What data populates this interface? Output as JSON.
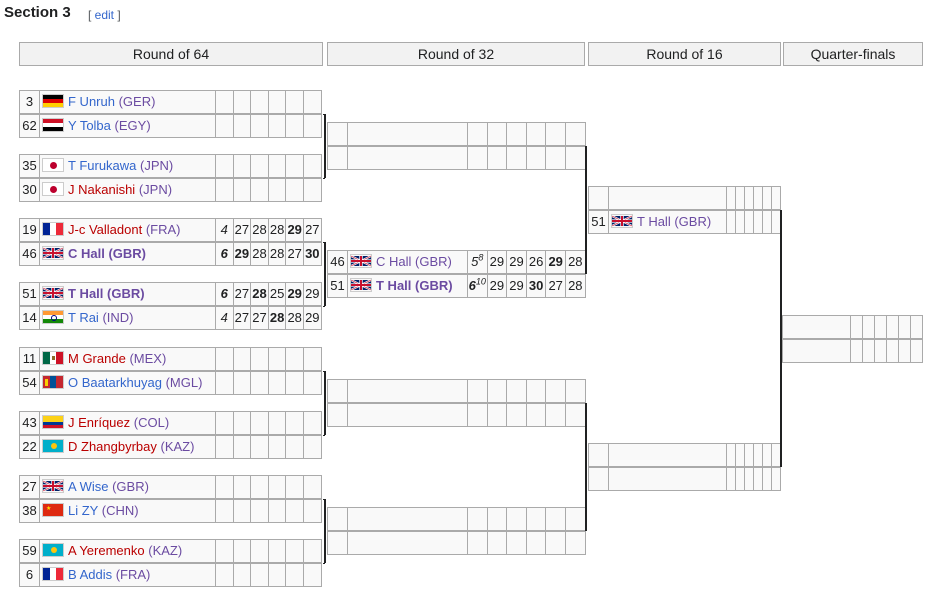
{
  "section": {
    "title": "Section 3",
    "edit_label": "edit"
  },
  "rounds": [
    "Round of 64",
    "Round of 32",
    "Round of 16",
    "Quarter-finals"
  ],
  "r64": [
    {
      "seed": "3",
      "flag": "GER",
      "name": "F Unruh",
      "nat": "(GER)",
      "color": "blue",
      "bold": false,
      "scores": [
        "",
        "",
        "",
        "",
        "",
        ""
      ]
    },
    {
      "seed": "62",
      "flag": "EGY",
      "name": "Y Tolba",
      "nat": "(EGY)",
      "color": "blue",
      "bold": false,
      "scores": [
        "",
        "",
        "",
        "",
        "",
        ""
      ]
    },
    {
      "seed": "35",
      "flag": "JPN",
      "name": "T Furukawa",
      "nat": "(JPN)",
      "color": "blue",
      "bold": false,
      "scores": [
        "",
        "",
        "",
        "",
        "",
        ""
      ]
    },
    {
      "seed": "30",
      "flag": "JPN",
      "name": "J Nakanishi",
      "nat": "(JPN)",
      "color": "red",
      "bold": false,
      "scores": [
        "",
        "",
        "",
        "",
        "",
        ""
      ]
    },
    {
      "seed": "19",
      "flag": "FRA",
      "name": "J-c Valladont",
      "nat": "(FRA)",
      "color": "red",
      "bold": false,
      "scores": [
        "4",
        "27",
        "28",
        "28",
        "29",
        "27"
      ]
    },
    {
      "seed": "46",
      "flag": "GBR",
      "name": "C Hall",
      "nat": "(GBR)",
      "color": "vis",
      "bold": true,
      "scores": [
        "6",
        "29",
        "28",
        "28",
        "27",
        "30"
      ]
    },
    {
      "seed": "51",
      "flag": "GBR",
      "name": "T Hall",
      "nat": "(GBR)",
      "color": "vis",
      "bold": true,
      "scores": [
        "6",
        "27",
        "28",
        "25",
        "29",
        "29"
      ]
    },
    {
      "seed": "14",
      "flag": "IND",
      "name": "T Rai",
      "nat": "(IND)",
      "color": "blue",
      "bold": false,
      "scores": [
        "4",
        "27",
        "27",
        "28",
        "28",
        "29"
      ]
    },
    {
      "seed": "11",
      "flag": "MEX",
      "name": "M Grande",
      "nat": "(MEX)",
      "color": "red",
      "bold": false,
      "scores": [
        "",
        "",
        "",
        "",
        "",
        ""
      ]
    },
    {
      "seed": "54",
      "flag": "MGL",
      "name": "O Baatarkhuyag",
      "nat": "(MGL)",
      "color": "blue",
      "bold": false,
      "scores": [
        "",
        "",
        "",
        "",
        "",
        ""
      ]
    },
    {
      "seed": "43",
      "flag": "COL",
      "name": "J Enríquez",
      "nat": "(COL)",
      "color": "red",
      "bold": false,
      "scores": [
        "",
        "",
        "",
        "",
        "",
        ""
      ]
    },
    {
      "seed": "22",
      "flag": "KAZ",
      "name": "D Zhangbyrbay",
      "nat": "(KAZ)",
      "color": "red",
      "bold": false,
      "scores": [
        "",
        "",
        "",
        "",
        "",
        ""
      ]
    },
    {
      "seed": "27",
      "flag": "GBR",
      "name": "A Wise",
      "nat": "(GBR)",
      "color": "blue",
      "bold": false,
      "scores": [
        "",
        "",
        "",
        "",
        "",
        ""
      ]
    },
    {
      "seed": "38",
      "flag": "CHN",
      "name": "Li ZY",
      "nat": "(CHN)",
      "color": "blue",
      "bold": false,
      "scores": [
        "",
        "",
        "",
        "",
        "",
        ""
      ]
    },
    {
      "seed": "59",
      "flag": "KAZ",
      "name": "A Yeremenko",
      "nat": "(KAZ)",
      "color": "red",
      "bold": false,
      "scores": [
        "",
        "",
        "",
        "",
        "",
        ""
      ]
    },
    {
      "seed": "6",
      "flag": "FRA",
      "name": "B Addis",
      "nat": "(FRA)",
      "color": "blue",
      "bold": false,
      "scores": [
        "",
        "",
        "",
        "",
        "",
        ""
      ]
    }
  ],
  "r32": [
    {
      "seed": "",
      "flag": "",
      "name": "",
      "nat": "",
      "color": "blue",
      "bold": false,
      "scores": [
        "",
        "",
        "",
        "",
        "",
        ""
      ]
    },
    {
      "seed": "",
      "flag": "",
      "name": "",
      "nat": "",
      "color": "blue",
      "bold": false,
      "scores": [
        "",
        "",
        "",
        "",
        "",
        ""
      ]
    },
    {
      "seed": "46",
      "flag": "GBR",
      "name": "C Hall",
      "nat": "(GBR)",
      "color": "vis",
      "bold": false,
      "scores": [
        "5",
        "29",
        "29",
        "26",
        "29",
        "28"
      ],
      "sup": "8"
    },
    {
      "seed": "51",
      "flag": "GBR",
      "name": "T Hall",
      "nat": "(GBR)",
      "color": "vis",
      "bold": true,
      "scores": [
        "6",
        "29",
        "29",
        "30",
        "27",
        "28"
      ],
      "sup": "10"
    },
    {
      "seed": "",
      "flag": "",
      "name": "",
      "nat": "",
      "color": "blue",
      "bold": false,
      "scores": [
        "",
        "",
        "",
        "",
        "",
        ""
      ]
    },
    {
      "seed": "",
      "flag": "",
      "name": "",
      "nat": "",
      "color": "blue",
      "bold": false,
      "scores": [
        "",
        "",
        "",
        "",
        "",
        ""
      ]
    },
    {
      "seed": "",
      "flag": "",
      "name": "",
      "nat": "",
      "color": "blue",
      "bold": false,
      "scores": [
        "",
        "",
        "",
        "",
        "",
        ""
      ]
    },
    {
      "seed": "",
      "flag": "",
      "name": "",
      "nat": "",
      "color": "blue",
      "bold": false,
      "scores": [
        "",
        "",
        "",
        "",
        "",
        ""
      ]
    }
  ],
  "r16": [
    {
      "seed": "",
      "flag": "",
      "name": "",
      "nat": "",
      "color": "blue",
      "bold": false,
      "scores": [
        "",
        "",
        "",
        "",
        "",
        ""
      ]
    },
    {
      "seed": "51",
      "flag": "GBR",
      "name": "T Hall",
      "nat": "(GBR)",
      "color": "vis",
      "bold": false,
      "scores": [
        "",
        "",
        "",
        "",
        "",
        ""
      ]
    },
    {
      "seed": "",
      "flag": "",
      "name": "",
      "nat": "",
      "color": "blue",
      "bold": false,
      "scores": [
        "",
        "",
        "",
        "",
        "",
        ""
      ]
    },
    {
      "seed": "",
      "flag": "",
      "name": "",
      "nat": "",
      "color": "blue",
      "bold": false,
      "scores": [
        "",
        "",
        "",
        "",
        "",
        ""
      ]
    }
  ],
  "qf": [
    {
      "seed": "",
      "flag": "",
      "name": "",
      "nat": "",
      "color": "blue",
      "bold": false,
      "scores": [
        "",
        "",
        "",
        "",
        "",
        ""
      ]
    },
    {
      "seed": "",
      "flag": "",
      "name": "",
      "nat": "",
      "color": "blue",
      "bold": false,
      "scores": [
        "",
        "",
        "",
        "",
        "",
        ""
      ]
    }
  ]
}
